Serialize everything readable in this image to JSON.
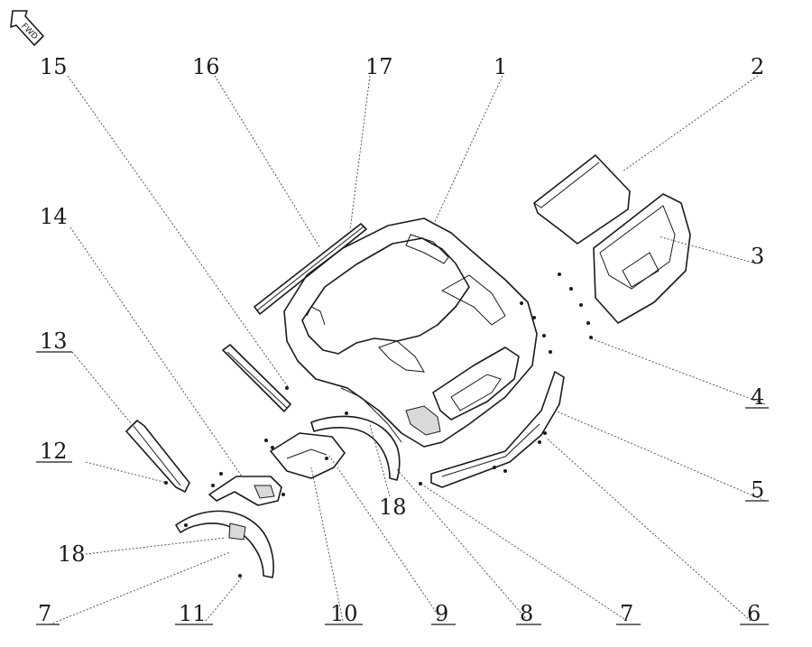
{
  "fwd_badge": {
    "text": "FWD",
    "icon": "forward-arrow-icon"
  },
  "callouts": [
    {
      "id": "c1",
      "label": "1"
    },
    {
      "id": "c2",
      "label": "2"
    },
    {
      "id": "c3",
      "label": "3"
    },
    {
      "id": "c4",
      "label": "4"
    },
    {
      "id": "c5",
      "label": "5"
    },
    {
      "id": "c6",
      "label": "6"
    },
    {
      "id": "c7a",
      "label": "7"
    },
    {
      "id": "c7b",
      "label": "7"
    },
    {
      "id": "c8",
      "label": "8"
    },
    {
      "id": "c9",
      "label": "9"
    },
    {
      "id": "c10",
      "label": "10"
    },
    {
      "id": "c11",
      "label": "11"
    },
    {
      "id": "c12",
      "label": "12"
    },
    {
      "id": "c13",
      "label": "13"
    },
    {
      "id": "c14",
      "label": "14"
    },
    {
      "id": "c15",
      "label": "15"
    },
    {
      "id": "c16",
      "label": "16"
    },
    {
      "id": "c17",
      "label": "17"
    },
    {
      "id": "c18a",
      "label": "18"
    },
    {
      "id": "c18b",
      "label": "18"
    }
  ]
}
